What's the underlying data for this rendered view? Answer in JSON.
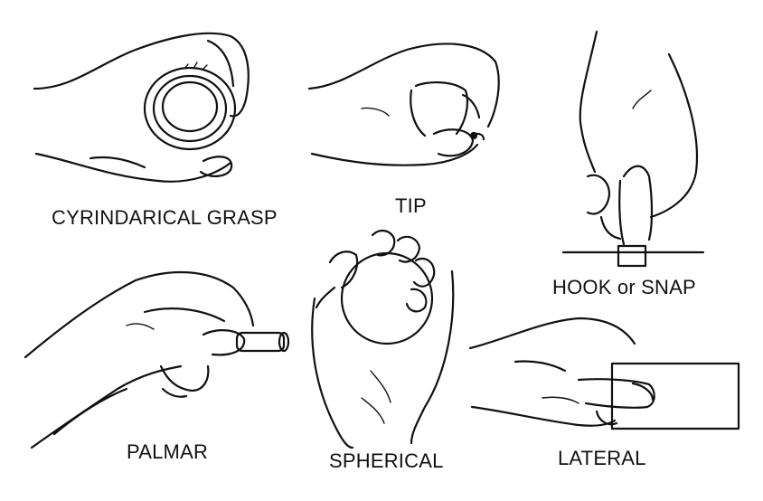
{
  "labels": {
    "cylindrical": "CYRINDARICAL GRASP",
    "tip": "TIP",
    "hook": "HOOK or SNAP",
    "palmar": "PALMAR",
    "spherical": "SPHERICAL",
    "lateral": "LATERAL"
  }
}
